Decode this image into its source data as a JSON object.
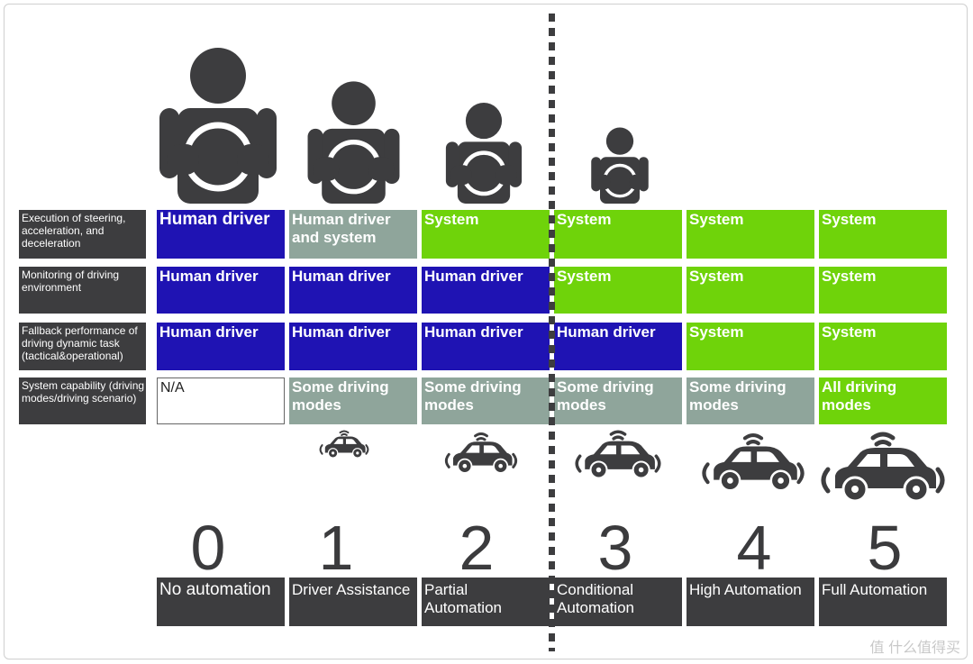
{
  "row_labels": [
    "Execution of steering, acceleration, and deceleration",
    "Monitoring of driving environment",
    "Fallback performance of driving dynamic task (tactical&operational)",
    "System capability (driving modes/driving scenario)"
  ],
  "rows": [
    [
      "Human driver",
      "Human driver and system",
      "System",
      "System",
      "System",
      "System"
    ],
    [
      "Human driver",
      "Human driver",
      "Human driver",
      "System",
      "System",
      "System"
    ],
    [
      "Human driver",
      "Human driver",
      "Human driver",
      "Human driver",
      "System",
      "System"
    ],
    [
      "N/A",
      "Some driving modes",
      "Some driving modes",
      "Some driving modes",
      "Some driving modes",
      "All driving modes"
    ]
  ],
  "levels": [
    {
      "number": "0",
      "name": "No automation"
    },
    {
      "number": "1",
      "name": "Driver Assistance"
    },
    {
      "number": "2",
      "name": "Partial Automation"
    },
    {
      "number": "3",
      "name": "Conditional Automation"
    },
    {
      "number": "4",
      "name": "High Automation"
    },
    {
      "number": "5",
      "name": "Full Automation"
    }
  ],
  "icons": {
    "driver": "driver-steering-wheel-icon",
    "car": "autonomous-car-icon"
  },
  "colors": {
    "human_driver": "#1f13b3",
    "mixed": "#8fa59b",
    "system": "#6fd30a",
    "label_bg": "#3d3d3f"
  },
  "watermark": "值 什么值得买"
}
